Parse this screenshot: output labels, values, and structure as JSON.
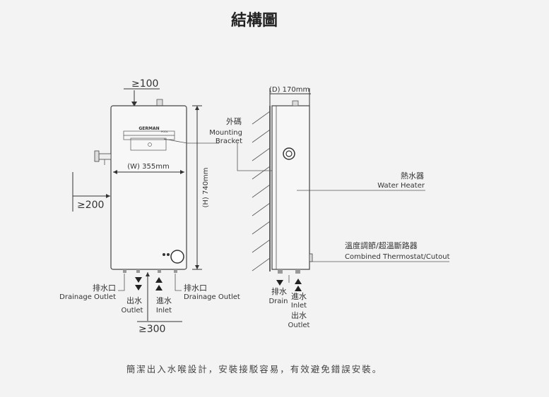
{
  "title": "結構圖",
  "front": {
    "clearance_top": "≥100",
    "clearance_left": "≥200",
    "clearance_bottom": "≥300",
    "width_label": "(W) 355mm",
    "height_label": "(H) 740mm",
    "bracket_zh": "外碼",
    "bracket_en_1": "Mounting",
    "bracket_en_2": "Bracket",
    "brand": "GERMAN",
    "brand_sub": "POOL",
    "drain_left_zh": "排水口",
    "drain_left_en": "Drainage Outlet",
    "drain_right_zh": "排水口",
    "drain_right_en": "Drainage Outlet",
    "outlet_zh": "出水",
    "outlet_en": "Outlet",
    "inlet_zh": "進水",
    "inlet_en": "Inlet"
  },
  "side": {
    "depth_label": "(D) 170mm",
    "heater_zh": "熱水器",
    "heater_en": "Water Heater",
    "thermo_zh": "溫度調節/超溫斷路器",
    "thermo_en": "Combined Thermostat/Cutout",
    "drain_zh": "排水",
    "drain_en": "Drain",
    "inlet_zh": "進水",
    "inlet_en": "Inlet",
    "outlet_zh": "出水",
    "outlet_en": "Outlet"
  },
  "footer": "簡潔出入水喉設計，安裝接駁容易，有效避免錯誤安裝。"
}
